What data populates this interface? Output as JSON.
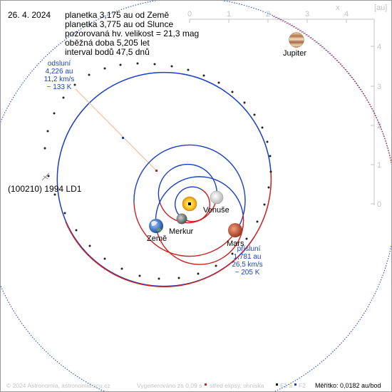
{
  "date": "26. 4. 2024",
  "info_lines": [
    "planetka 3,175 au od Země",
    "planetka 3,775 au od Slunce",
    "pozorovaná hv. velikost = 21,3 mag",
    "oběžná doba 5,205 let",
    "interval bodů 47,5 dnů"
  ],
  "asteroid_name": "(100210) 1994 LD1",
  "aphelion": {
    "label": "odsluní",
    "distance": "4,226 au",
    "speed": "11,2 km/s",
    "temperature": "~ 133 K"
  },
  "perihelion": {
    "label": "přísluní",
    "distance": "1,781 au",
    "speed": "26,5 km/s",
    "temperature": "~ 205 K"
  },
  "planets": {
    "jupiter": "Jupiter",
    "venus": "Venuše",
    "mercury": "Merkur",
    "earth": "Země",
    "mars": "Mars"
  },
  "axes": {
    "x_label": "x",
    "unit": "[au]",
    "x_ticks": [
      "0",
      "1",
      "2",
      "3",
      "4"
    ],
    "y_ticks": [
      "4",
      "3",
      "2",
      "1",
      "0"
    ]
  },
  "footer": {
    "copyright": "© 2024 Astronomia, astronomia.zcu.cz",
    "generated": "Vygenerováno za 0,09 s",
    "legend_center": "střed elipsy, ohniska",
    "legend_f1": "F1 a",
    "legend_f2": "F2",
    "scale": "Měřítko: 0,0182 au/bod"
  },
  "colors": {
    "orbit_blue": "#1a3fc4",
    "orbit_red": "#cc1f1f",
    "jupiter_dotted": "#d42020",
    "guide": "#f2b48a",
    "axis_gray": "#c3c3c3"
  }
}
